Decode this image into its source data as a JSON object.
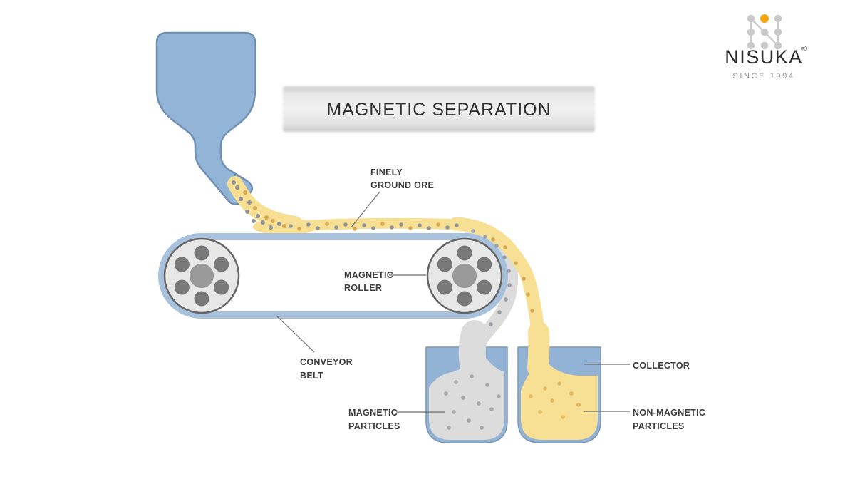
{
  "title": "MAGNETIC SEPARATION",
  "logo": {
    "brand": "NISUKA",
    "registered": "®",
    "tagline": "SINCE 1994"
  },
  "labels": {
    "finely_ground_ore": {
      "line1": "FINELY",
      "line2": "GROUND ORE"
    },
    "magnetic_roller": {
      "line1": "MAGNETIC",
      "line2": "ROLLER"
    },
    "conveyor_belt": {
      "line1": "CONVEYOR",
      "line2": "BELT"
    },
    "magnetic_particles": {
      "line1": "MAGNETIC",
      "line2": "PARTICLES"
    },
    "collector": {
      "line1": "COLLECTOR"
    },
    "non_magnetic_particles": {
      "line1": "NON-MAGNETIC",
      "line2": "PARTICLES"
    }
  },
  "colors": {
    "hopper_blue": "#92b4d7",
    "outline_blue": "#6f90b2",
    "belt_blue": "#a8c2dd",
    "container_blue": "#92b3d6",
    "container_outline": "#7d98b2",
    "ore_yellow": "#f7df94",
    "magnetic_gray": "#dcdcdc",
    "roller_fill": "#e7e7e7",
    "roller_outline": "#656565",
    "roller_hub": "#9a9a9a",
    "roller_dot": "#787878",
    "particle_gray": "#8f939a",
    "particle_orange": "#dca950",
    "label_text": "#3d3d3d",
    "leader_line": "#6d6d6d",
    "banner_text": "#2f2f2f",
    "logo_orange": "#f2a50c",
    "logo_gray": "#c9c9c9"
  }
}
